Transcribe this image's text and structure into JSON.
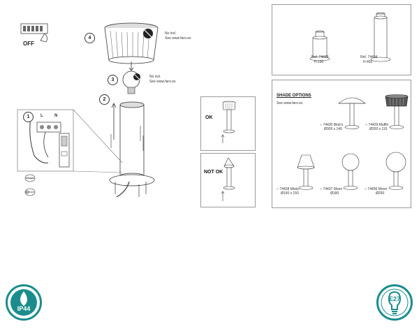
{
  "install": {
    "off_label": "OFF",
    "step_4": "4",
    "step_3": "3",
    "step_2": "2",
    "step_1": "1",
    "shade_not_incl": "No incl.",
    "shade_see": "See www.faro.es",
    "bulb_not_incl": "No incl.",
    "bulb_see": "See www.faro.es",
    "terminal_l": "L",
    "terminal_n": "N"
  },
  "check": {
    "ok_label": "OK",
    "not_ok_label": "NOT OK"
  },
  "models": [
    {
      "ref": "Ref. 74433",
      "height": "H.130"
    },
    {
      "ref": "Ref. 74434",
      "height": "H.450"
    }
  ],
  "shade_options": {
    "title": "SHADE OPTIONS",
    "subtitle": "See www.faro.es",
    "items": [
      {
        "ref": "74430 Blob's",
        "size": "Ø305 x 140"
      },
      {
        "ref": "74429 Muffin",
        "size": "Ø200 x 115"
      },
      {
        "ref": "74428 Mistu",
        "size": "Ø190 x 150"
      },
      {
        "ref": "74437 Moon",
        "size": "Ø180"
      },
      {
        "ref": "74436 Moon",
        "size": "Ø250"
      }
    ]
  },
  "badges": {
    "ip_label": "IP44",
    "bulb_label": "E27",
    "ip_color": "#1a8c8c",
    "bulb_color": "#1a8c8c"
  }
}
